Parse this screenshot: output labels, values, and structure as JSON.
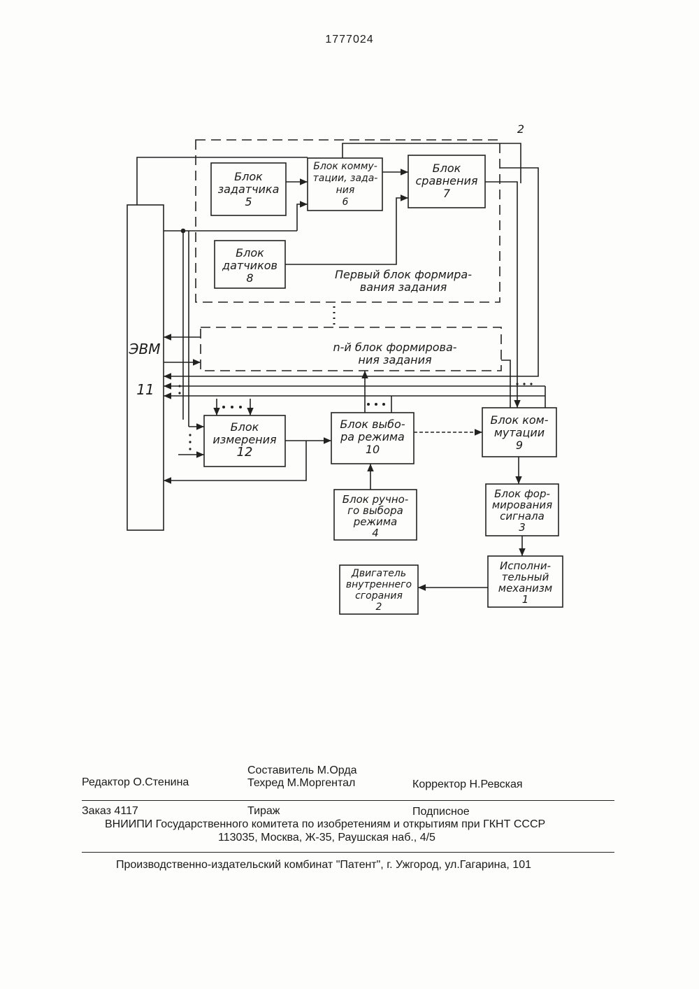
{
  "page": {
    "number": "1777024"
  },
  "diagram": {
    "group_label_number": "2",
    "group1_label": [
      "Первый блок формира-",
      "вания задания"
    ],
    "groupn_label": [
      "n-й блок формирова-",
      "ния задания"
    ],
    "ellipsis": "• • •",
    "computer": {
      "name": "ЭВМ",
      "number": "11"
    },
    "blocks": {
      "setter": {
        "lines": [
          "Блок",
          "задатчика"
        ],
        "number": "5"
      },
      "switch_task": {
        "lines": [
          "Блок комму-",
          "тации, зада-",
          "ния"
        ],
        "number": "6"
      },
      "compare": {
        "lines": [
          "Блок",
          "сравнения"
        ],
        "number": "7"
      },
      "sensors": {
        "lines": [
          "Блок",
          "датчиков"
        ],
        "number": "8"
      },
      "measure": {
        "lines": [
          "Блок",
          "измерения"
        ],
        "number": "12"
      },
      "mode_select": {
        "lines": [
          "Блок выбо-",
          "ра режима"
        ],
        "number": "10"
      },
      "commutation": {
        "lines": [
          "Блок ком-",
          "мутации"
        ],
        "number": "9"
      },
      "manual_mode": {
        "lines": [
          "Блок ручно-",
          "го выбора",
          "режима"
        ],
        "number": "4"
      },
      "signal_form": {
        "lines": [
          "Блок фор-",
          "мирования",
          "сигнала"
        ],
        "number": "3"
      },
      "actuator": {
        "lines": [
          "Исполни-",
          "тельный",
          "механизм"
        ],
        "number": "1"
      },
      "engine": {
        "lines": [
          "Двигатель",
          "внутреннего",
          "сгорания"
        ],
        "number": "2"
      }
    }
  },
  "imprint": {
    "compiler": "Составитель М.Орда",
    "editor": "Редактор  О.Стенина",
    "techred": "Техред М.Моргентал",
    "corrector": "Корректор Н.Ревская",
    "order": "Заказ  4117",
    "circulation": "Тираж",
    "subscription": "Подписное",
    "vniipi": "ВНИИПИ Государственного комитета по изобретениям и открытиям при ГКНТ СССР",
    "address": "113035, Москва, Ж-35, Раушская наб., 4/5",
    "plant": "Производственно-издательский комбинат \"Патент\", г. Ужгород, ул.Гагарина, 101"
  }
}
